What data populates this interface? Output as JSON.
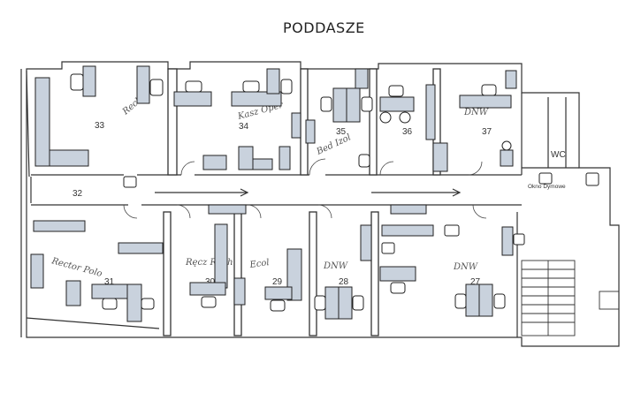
{
  "floor_title": "PODDASZE",
  "rooms": [
    {
      "number": "33"
    },
    {
      "number": "34"
    },
    {
      "number": "35"
    },
    {
      "number": "36"
    },
    {
      "number": "37"
    },
    {
      "number": "32"
    },
    {
      "number": "31"
    },
    {
      "number": "30"
    },
    {
      "number": "29"
    },
    {
      "number": "28"
    },
    {
      "number": "27"
    }
  ],
  "wc_label": "WC",
  "pipe_label": "Okno Dymowe",
  "handwritten": {
    "r37": "DNW",
    "r28": "DNW",
    "r27": "DNW",
    "r29": "Ecol",
    "r30": "Ręcz Ruch",
    "r34": "Kasz Oper",
    "r35": "Bed Izol",
    "r33": "Rech bibl",
    "r31": "Rector Polo"
  }
}
